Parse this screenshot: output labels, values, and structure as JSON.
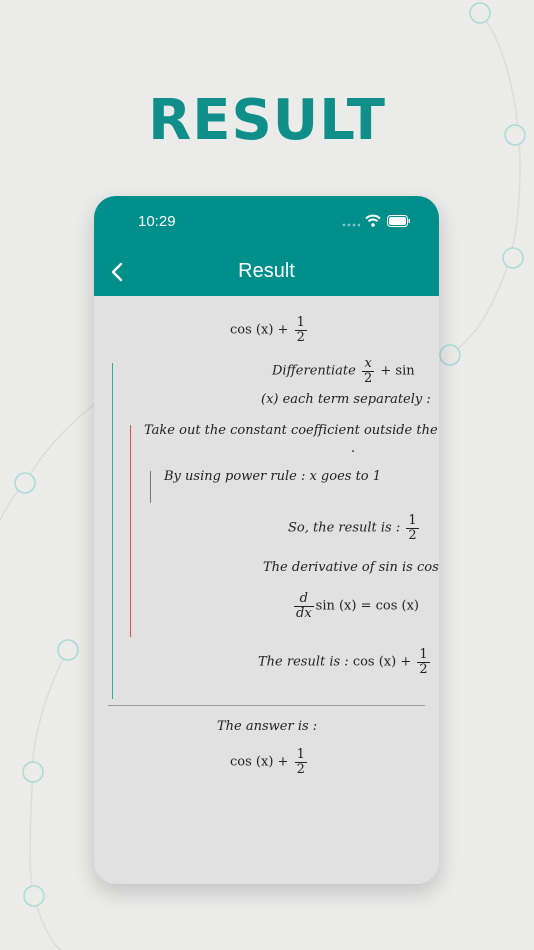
{
  "promo": {
    "title": "RESULT"
  },
  "status_bar": {
    "time": "10:29"
  },
  "nav": {
    "title": "Result",
    "back_icon": "chevron-left-icon"
  },
  "colors": {
    "brand": "#008f8a",
    "title": "#0f8e8a",
    "outer_step_line": "#2fae9a",
    "inner_step_line": "#e34b4b",
    "innermost_step_line": "#777777"
  },
  "solution": {
    "problem": {
      "lhs": "cos (x) +",
      "num": "1",
      "den": "2"
    },
    "step1": {
      "line1_prefix": "Differentiate",
      "frac_num": "x",
      "frac_den": "2",
      "line1_suffix": "+ sin",
      "line2": "(x) each term separately :"
    },
    "step2": {
      "text": "Take out the constant coefficient outside the de",
      "dot": "."
    },
    "step3": {
      "text": "By using power rule : x goes to 1"
    },
    "step4": {
      "prefix": "So, the result is  :",
      "num": "1",
      "den": "2"
    },
    "step5": {
      "text": "The derivative of sin is cos"
    },
    "step6": {
      "d_num": "d",
      "d_den": "dx",
      "rest": "sin (x) = cos (x)"
    },
    "step7": {
      "prefix": "The result is :",
      "expr": "cos (x) +",
      "num": "1",
      "den": "2"
    },
    "answer_label": "The answer is :",
    "answer": {
      "expr": "cos (x) +",
      "num": "1",
      "den": "2"
    }
  }
}
